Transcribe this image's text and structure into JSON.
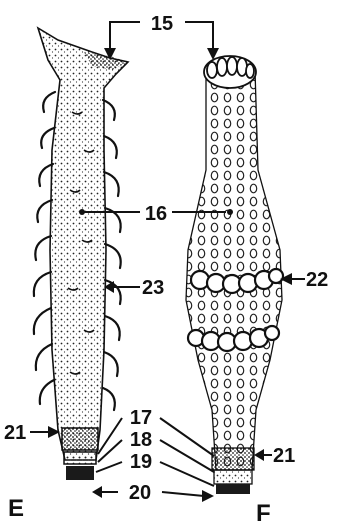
{
  "figure": {
    "labels": {
      "l15": "15",
      "l16": "16",
      "l17": "17",
      "l18": "18",
      "l19": "19",
      "l20": "20",
      "l21_left": "21",
      "l21_right": "21",
      "l22": "22",
      "l23": "23"
    },
    "panels": {
      "left": "E",
      "right": "F"
    }
  },
  "colors": {
    "ink": "#111111",
    "paper": "#ffffff"
  }
}
